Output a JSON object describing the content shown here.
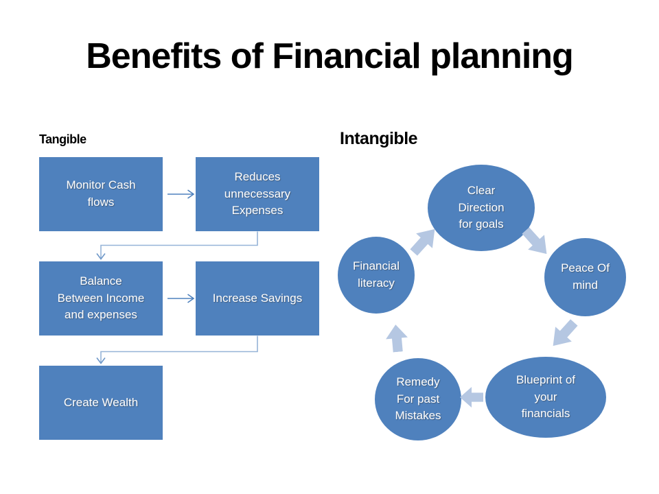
{
  "slide": {
    "title": "Benefits of Financial planning"
  },
  "tangible": {
    "heading": "Tangible",
    "boxes": [
      {
        "label": "Monitor Cash\nflows"
      },
      {
        "label": "Reduces\nunnecessary\nExpenses"
      },
      {
        "label": "Balance\nBetween Income\nand expenses"
      },
      {
        "label": "Increase Savings"
      },
      {
        "label": "Create Wealth"
      }
    ]
  },
  "intangible": {
    "heading": "Intangible",
    "cycle": [
      {
        "label": "Clear\nDirection\nfor goals"
      },
      {
        "label": "Peace Of\nmind"
      },
      {
        "label": "Blueprint of\nyour\nfinancials"
      },
      {
        "label": "Remedy\nFor past\nMistakes"
      },
      {
        "label": "Financial\nliteracy"
      }
    ]
  },
  "colors": {
    "shape_fill": "#4f81bd",
    "shape_text": "#ffffff",
    "cycle_arrow": "#b5c7e2",
    "connector_line": "#95b3d7",
    "flow_arrow": "#4f81bd",
    "heading_text": "#000000"
  }
}
